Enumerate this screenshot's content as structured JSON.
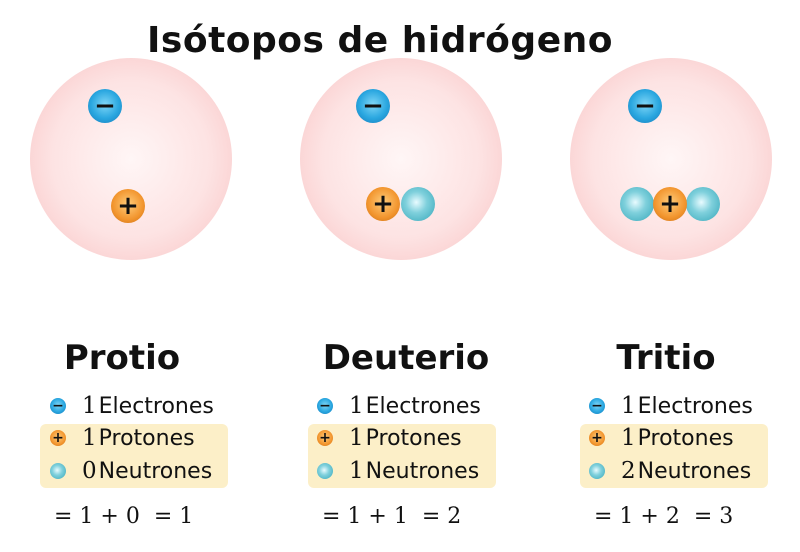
{
  "title": "Isótopos de hidrógeno",
  "isotopes": [
    {
      "name": "Protio",
      "electrons": {
        "count": "1",
        "label": "Electrones"
      },
      "protons": {
        "count": "1",
        "label": "Protones"
      },
      "neutrons": {
        "count": "0",
        "label": "Neutrones"
      },
      "formula": "= 1 + 0  = 1"
    },
    {
      "name": "Deuterio",
      "electrons": {
        "count": "1",
        "label": "Electrones"
      },
      "protons": {
        "count": "1",
        "label": "Protones"
      },
      "neutrons": {
        "count": "1",
        "label": "Neutrones"
      },
      "formula": "= 1 + 1  = 2"
    },
    {
      "name": "Tritio",
      "electrons": {
        "count": "1",
        "label": "Electrones"
      },
      "protons": {
        "count": "1",
        "label": "Protones"
      },
      "neutrons": {
        "count": "2",
        "label": "Neutrones"
      },
      "formula": "= 1 + 2  = 3"
    }
  ],
  "symbols": {
    "minus": "−",
    "plus": "+"
  },
  "colors": {
    "electron": "#2aa7e0",
    "proton": "#f2952e",
    "neutron": "#5bbccb",
    "shell": "#fde3e3",
    "legend_box": "#fcefc8"
  }
}
